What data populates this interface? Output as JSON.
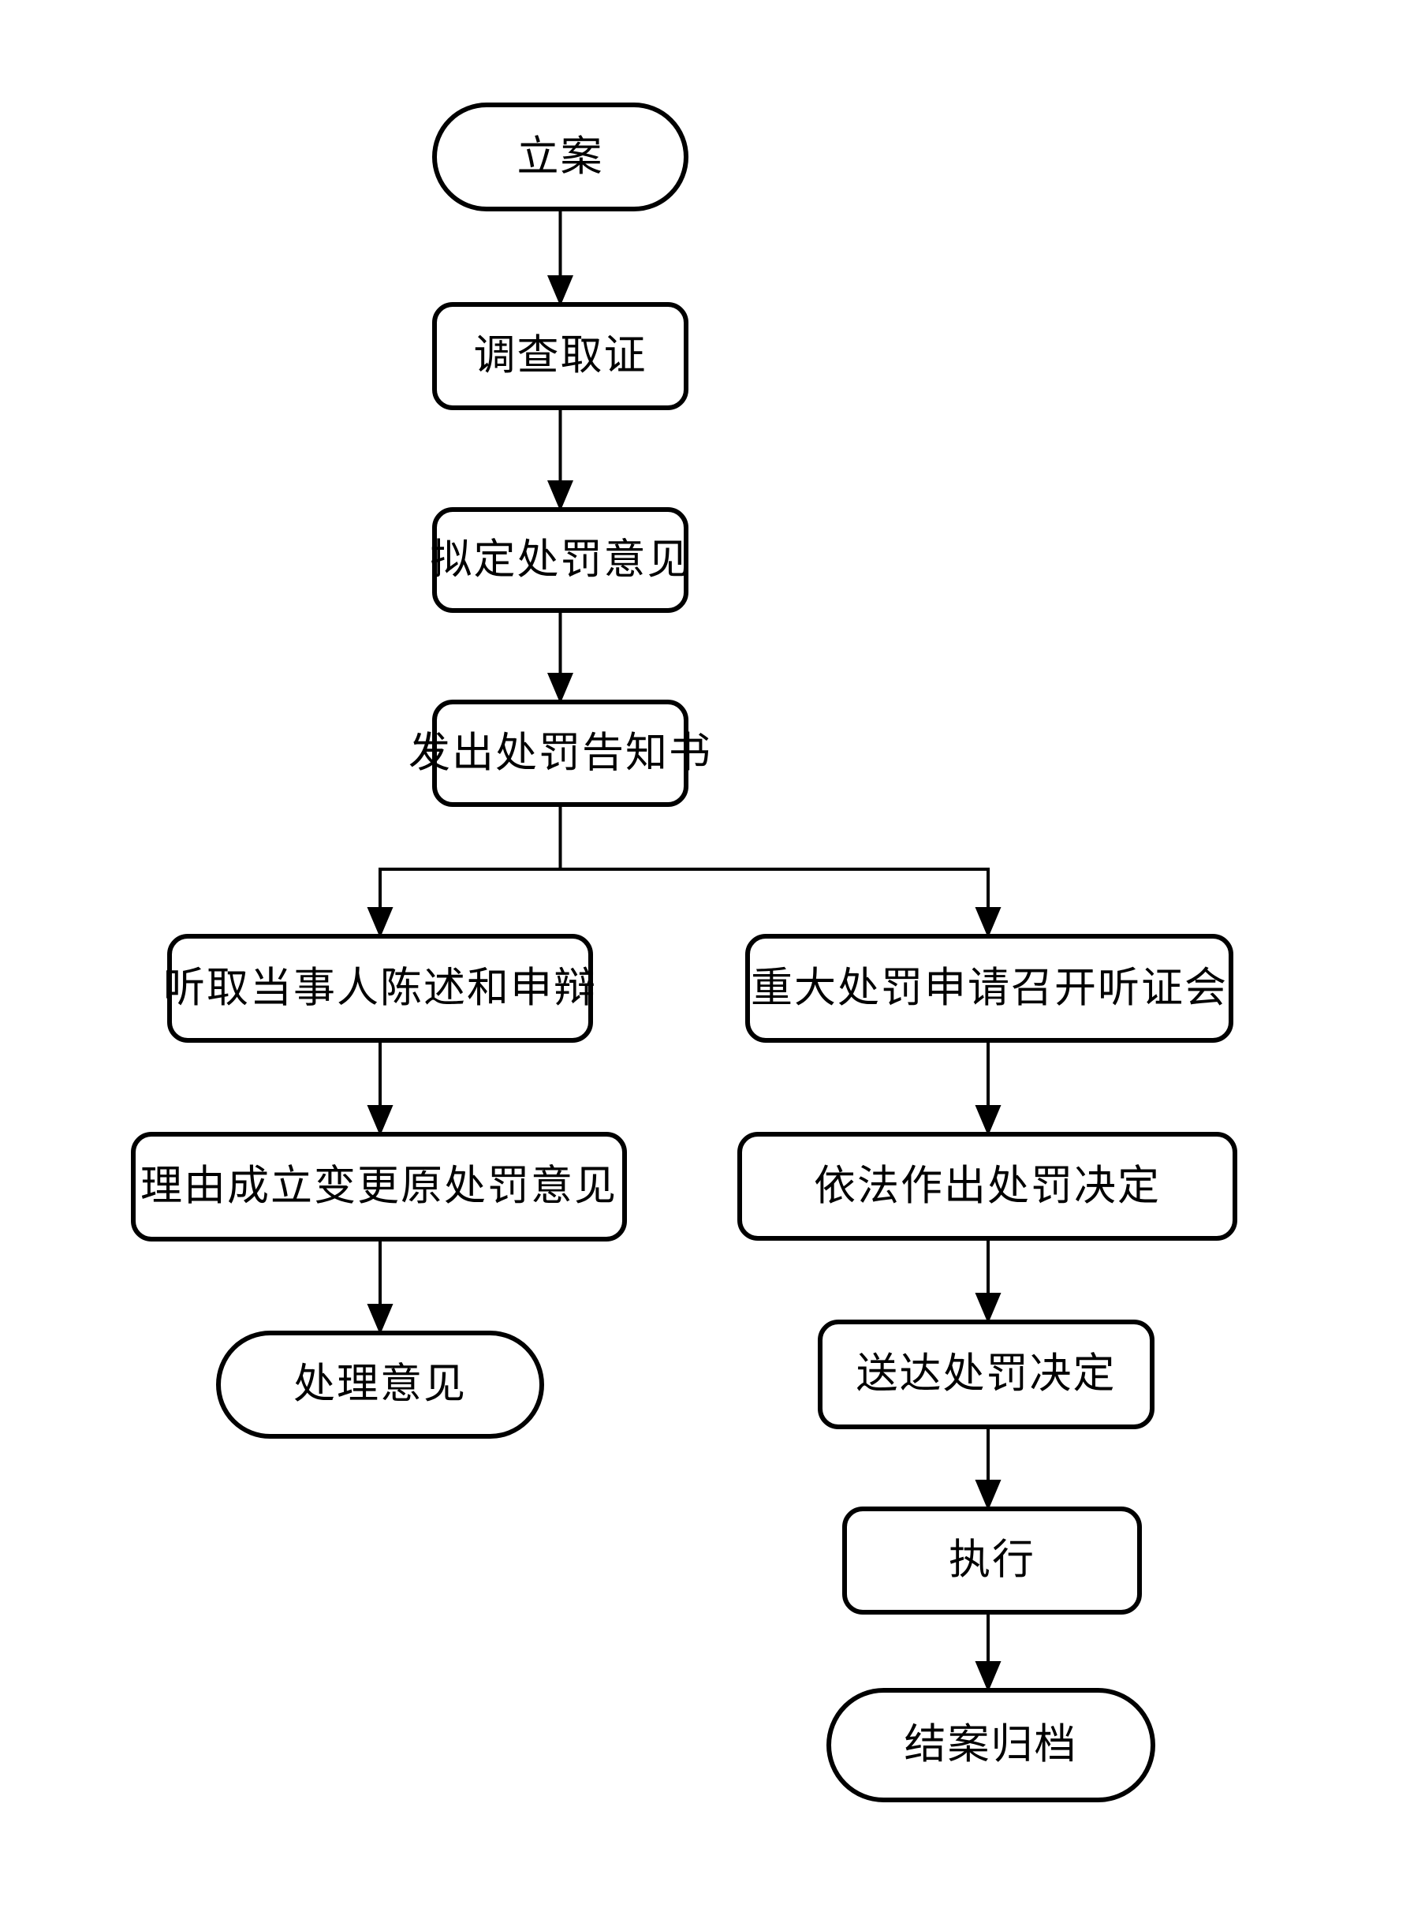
{
  "diagram": {
    "type": "flowchart",
    "colors": {
      "stroke": "#000000",
      "background": "#ffffff",
      "text": "#000000"
    },
    "nodes": [
      {
        "id": "n1",
        "label": "立案",
        "shape": "terminator"
      },
      {
        "id": "n2",
        "label": "调查取证",
        "shape": "process"
      },
      {
        "id": "n3",
        "label": "拟定处罚意见",
        "shape": "process"
      },
      {
        "id": "n4",
        "label": "发出处罚告知书",
        "shape": "process"
      },
      {
        "id": "n5",
        "label": "听取当事人陈述和申辩",
        "shape": "process"
      },
      {
        "id": "n6",
        "label": "重大处罚申请召开听证会",
        "shape": "process"
      },
      {
        "id": "n7",
        "label": "理由成立变更原处罚意见",
        "shape": "process"
      },
      {
        "id": "n8",
        "label": "依法作出处罚决定",
        "shape": "process"
      },
      {
        "id": "n9",
        "label": "处理意见",
        "shape": "terminator"
      },
      {
        "id": "n10",
        "label": "送达处罚决定",
        "shape": "process"
      },
      {
        "id": "n11",
        "label": "执行",
        "shape": "process"
      },
      {
        "id": "n12",
        "label": "结案归档",
        "shape": "terminator"
      }
    ],
    "edges": [
      {
        "from": "立案",
        "to": "调查取证"
      },
      {
        "from": "调查取证",
        "to": "拟定处罚意见"
      },
      {
        "from": "拟定处罚意见",
        "to": "发出处罚告知书"
      },
      {
        "from": "发出处罚告知书",
        "to": "听取当事人陈述和申辩"
      },
      {
        "from": "发出处罚告知书",
        "to": "重大处罚申请召开听证会"
      },
      {
        "from": "听取当事人陈述和申辩",
        "to": "理由成立变更原处罚意见"
      },
      {
        "from": "重大处罚申请召开听证会",
        "to": "依法作出处罚决定"
      },
      {
        "from": "理由成立变更原处罚意见",
        "to": "处理意见"
      },
      {
        "from": "依法作出处罚决定",
        "to": "送达处罚决定"
      },
      {
        "from": "送达处罚决定",
        "to": "执行"
      },
      {
        "from": "执行",
        "to": "结案归档"
      }
    ]
  }
}
